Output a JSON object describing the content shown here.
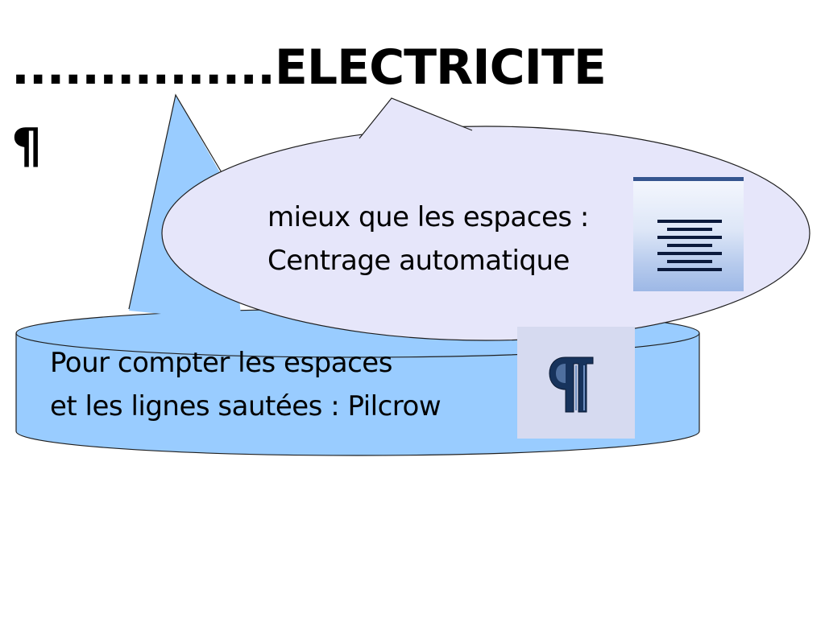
{
  "slide": {
    "title": "...............ELECTRICITE",
    "pilcrow_mark": "¶"
  },
  "callout_blue": {
    "line1": "Pour compter les espaces",
    "line2": "et les lignes sautées : Pilcrow",
    "fill": "#99ccff",
    "icon": "pilcrow-icon"
  },
  "callout_ellipse": {
    "line1": "mieux que les espaces :",
    "line2": "Centrage automatique",
    "fill": "#e6e6fa",
    "icon": "align-center-icon"
  }
}
